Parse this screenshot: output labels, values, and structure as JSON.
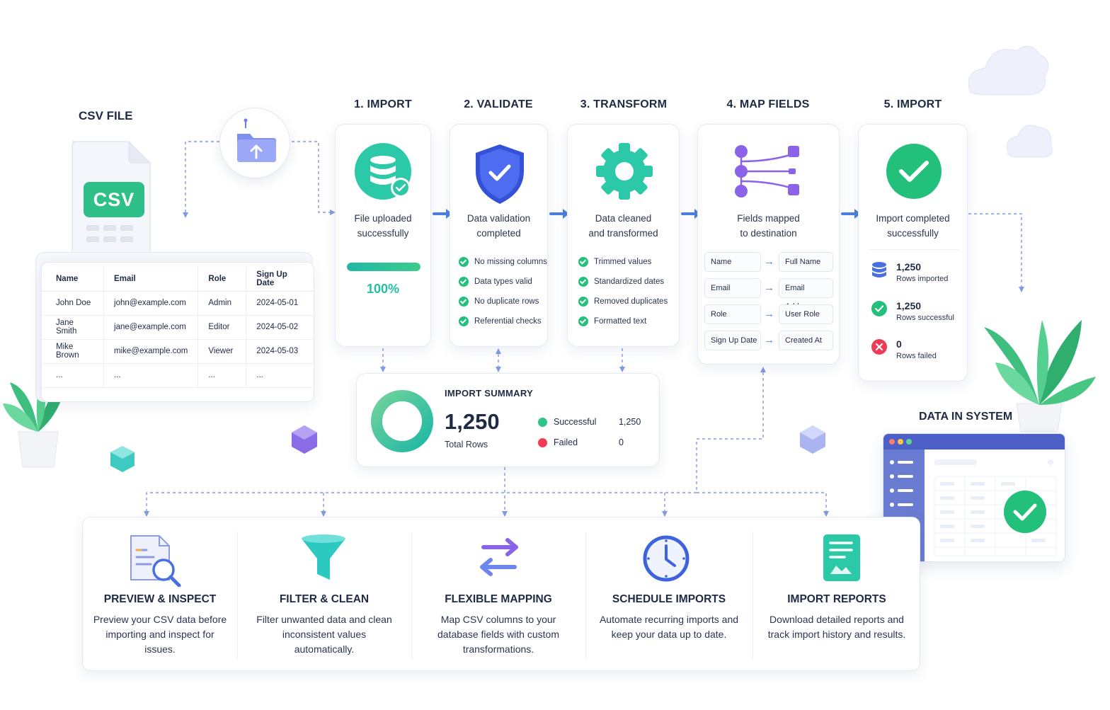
{
  "csv_file": {
    "label": "CSV FILE",
    "badge": "CSV",
    "table": {
      "headers": [
        "Name",
        "Email",
        "Role",
        "Sign Up Date"
      ],
      "rows": [
        [
          "John Doe",
          "john@example.com",
          "Admin",
          "2024-05-01"
        ],
        [
          "Jane Smith",
          "jane@example.com",
          "Editor",
          "2024-05-02"
        ],
        [
          "Mike Brown",
          "mike@example.com",
          "Viewer",
          "2024-05-03"
        ],
        [
          "...",
          "...",
          "...",
          "..."
        ]
      ]
    }
  },
  "steps": [
    {
      "title": "1. IMPORT",
      "desc_line1": "File uploaded",
      "desc_line2": "successfully",
      "progress_label": "100%",
      "progress": 1.0
    },
    {
      "title": "2. VALIDATE",
      "desc_line1": "Data validation",
      "desc_line2": "completed",
      "checks": [
        "No missing columns",
        "Data types valid",
        "No duplicate rows",
        "Referential checks"
      ]
    },
    {
      "title": "3. TRANSFORM",
      "desc_line1": "Data cleaned",
      "desc_line2": "and transformed",
      "checks": [
        "Trimmed values",
        "Standardized dates",
        "Removed duplicates",
        "Formatted text"
      ]
    },
    {
      "title": "4. MAP FIELDS",
      "desc_line1": "Fields mapped",
      "desc_line2": "to destination",
      "mappings": [
        {
          "from": "Name",
          "to": "Full Name"
        },
        {
          "from": "Email",
          "to": "Email Address"
        },
        {
          "from": "Role",
          "to": "User Role"
        },
        {
          "from": "Sign Up Date",
          "to": "Created At"
        }
      ]
    },
    {
      "title": "5. IMPORT",
      "desc_line1": "Import completed",
      "desc_line2": "successfully",
      "stats": [
        {
          "value": "1,250",
          "label": "Rows imported"
        },
        {
          "value": "1,250",
          "label": "Rows successful"
        },
        {
          "value": "0",
          "label": "Rows failed"
        }
      ]
    }
  ],
  "summary": {
    "title": "IMPORT SUMMARY",
    "total": "1,250",
    "total_label": "Total Rows",
    "success_label": "Successful",
    "success_value": "1,250",
    "failed_label": "Failed",
    "failed_value": "0"
  },
  "data_in_system": {
    "label": "DATA IN SYSTEM"
  },
  "features": [
    {
      "title": "PREVIEW & INSPECT",
      "desc": "Preview your CSV data before importing and inspect for issues."
    },
    {
      "title": "FILTER & CLEAN",
      "desc": "Filter unwanted data and clean inconsistent values automatically."
    },
    {
      "title": "FLEXIBLE MAPPING",
      "desc": "Map CSV columns to your database fields with custom transformations."
    },
    {
      "title": "SCHEDULE IMPORTS",
      "desc": "Automate recurring imports and keep your data up to date."
    },
    {
      "title": "IMPORT REPORTS",
      "desc": "Download detailed reports and track import history and results."
    }
  ],
  "colors": {
    "accent_blue": "#4a7fe0",
    "success_green": "#22c07a",
    "teal": "#2cc9a8",
    "failed_red": "#ef3b55",
    "purple": "#8a63e8"
  }
}
